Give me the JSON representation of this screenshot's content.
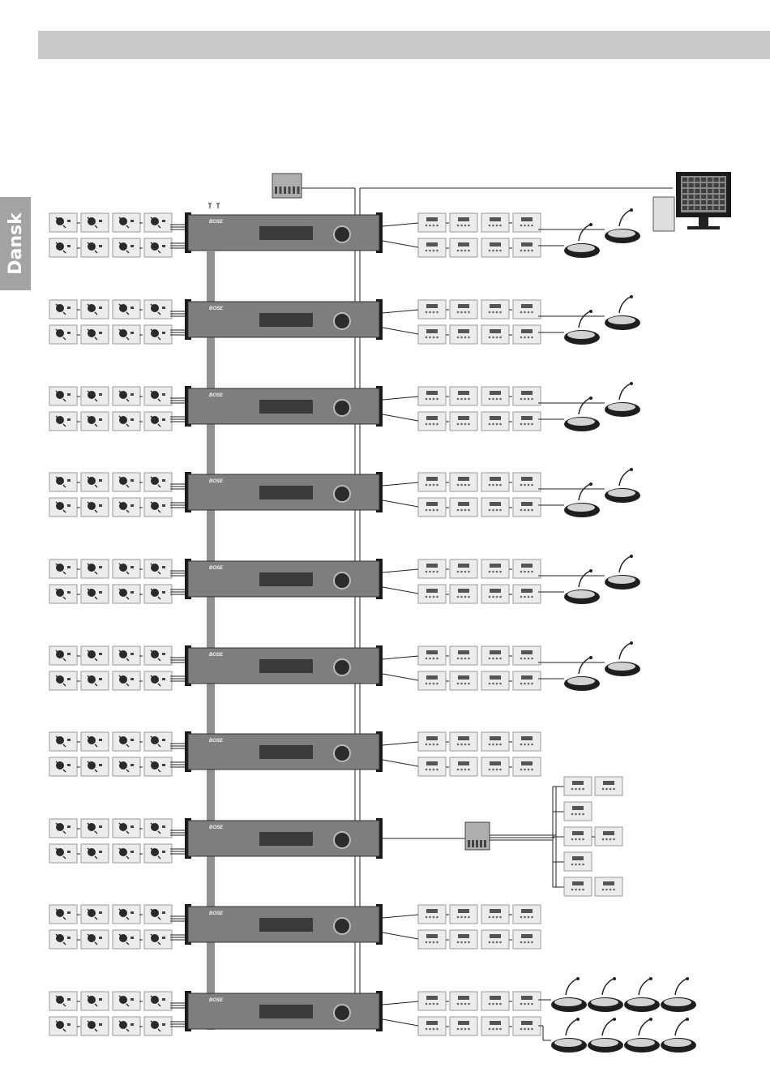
{
  "page": {
    "side_tab_label": "Dansk"
  },
  "diagram": {
    "amplifier_brand": "BOSE",
    "rack_count": 10,
    "rack_outputs": [
      "paging",
      "paging",
      "paging",
      "paging",
      "paging",
      "paging",
      "control-only",
      "expander",
      "control-only",
      "paging-large"
    ],
    "colors": {
      "header_bar": "#c9c9c9",
      "side_tab": "#a3a3a3",
      "panel": "#ececec",
      "amplifier": "#7e7e7e"
    }
  }
}
